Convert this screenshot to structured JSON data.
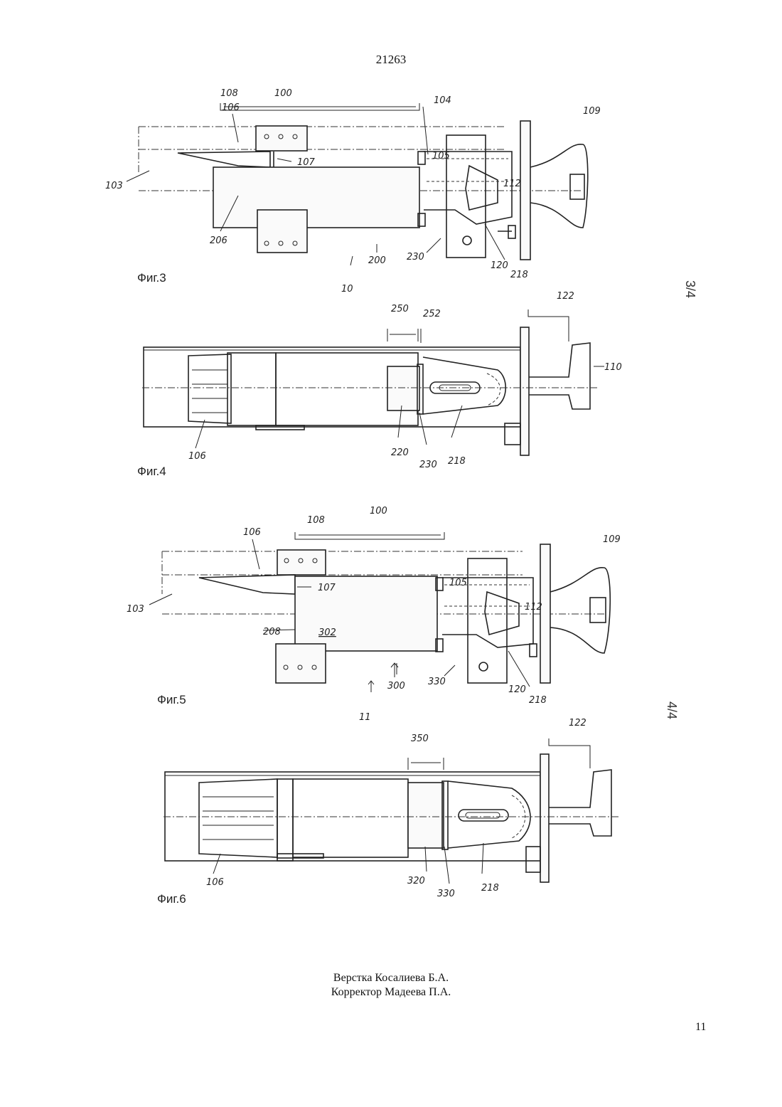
{
  "header": {
    "doc_number": "21263"
  },
  "sheet_marks": {
    "upper": "3/4",
    "lower": "4/4"
  },
  "figures": [
    {
      "id": "fig3",
      "label": "Фиг.3",
      "callouts": {
        "n100": "100",
        "n108": "108",
        "n106": "106",
        "n104": "104",
        "n109": "109",
        "n105": "105",
        "n107": "107",
        "n103": "103",
        "n112": "112",
        "n206": "206",
        "n200": "200",
        "n230": "230",
        "n120": "120",
        "n218": "218",
        "n10": "10"
      }
    },
    {
      "id": "fig4",
      "label": "Фиг.4",
      "callouts": {
        "n250": "250",
        "n252": "252",
        "n122": "122",
        "n110": "110",
        "n106": "106",
        "n220": "220",
        "n230": "230",
        "n218": "218"
      }
    },
    {
      "id": "fig5",
      "label": "Фиг.5",
      "callouts": {
        "n100": "100",
        "n108": "108",
        "n106": "106",
        "n109": "109",
        "n105": "105",
        "n107": "107",
        "n103": "103",
        "n112": "112",
        "n208": "208",
        "n302": "302",
        "n300": "300",
        "n330": "330",
        "n120": "120",
        "n218": "218",
        "n11": "11"
      }
    },
    {
      "id": "fig6",
      "label": "Фиг.6",
      "callouts": {
        "n350": "350",
        "n122": "122",
        "n106": "106",
        "n320": "320",
        "n330": "330",
        "n218": "218"
      }
    }
  ],
  "footer": {
    "layout": "Верстка Косалиева Б.А.",
    "corrector": "Корректор Мадеева П.А.",
    "page_number": "11"
  }
}
